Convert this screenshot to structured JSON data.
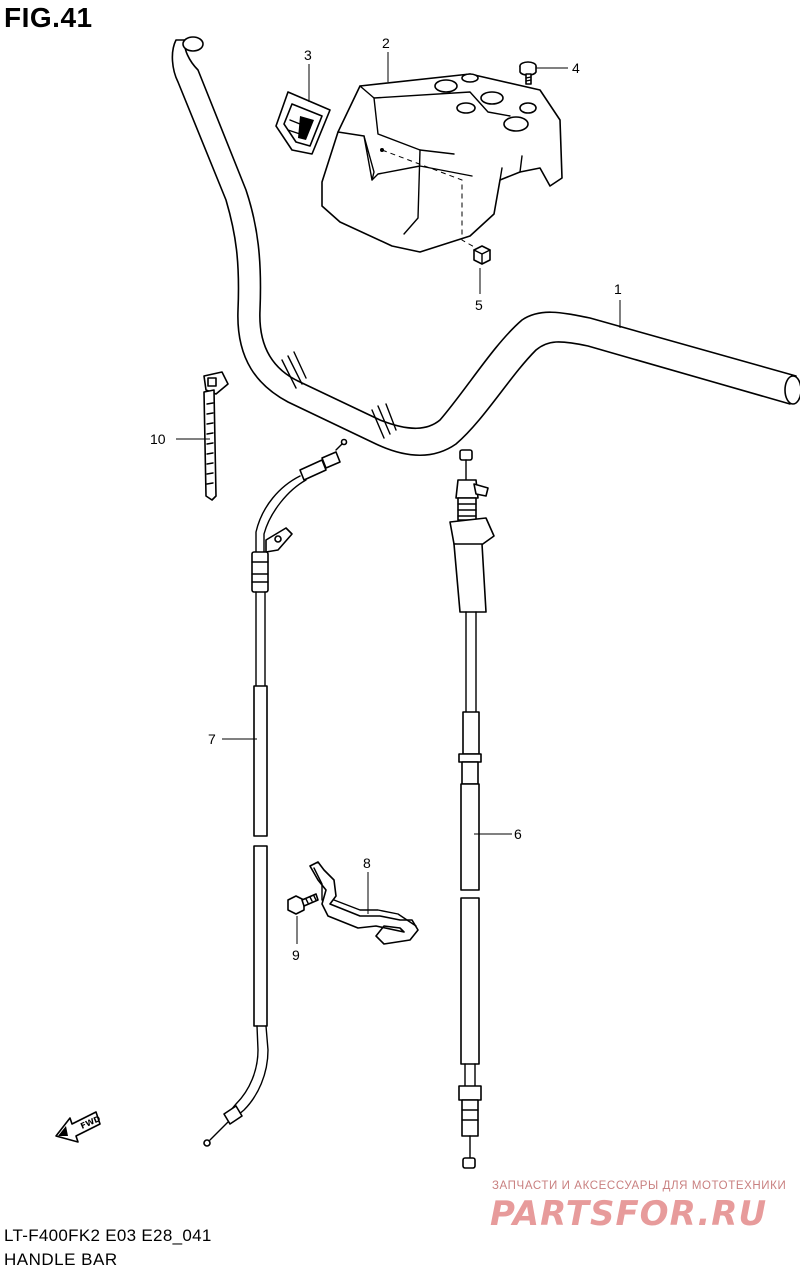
{
  "figure": {
    "number": "FIG.41"
  },
  "footer": {
    "model_code": "LT-F400FK2 E03 E28_041",
    "section_title": "HANDLE BAR"
  },
  "watermark": {
    "tagline": "ЗАПЧАСТИ И АКСЕССУАРЫ ДЛЯ МОТОТЕХНИКИ",
    "logo_text": "PARTSFOR.RU"
  },
  "direction_arrow": {
    "label": "FWD",
    "icon": "fwd-arrow-icon"
  },
  "callouts": [
    {
      "number": "1"
    },
    {
      "number": "2"
    },
    {
      "number": "3"
    },
    {
      "number": "4"
    },
    {
      "number": "5"
    },
    {
      "number": "6"
    },
    {
      "number": "7"
    },
    {
      "number": "8"
    },
    {
      "number": "9"
    },
    {
      "number": "10"
    }
  ],
  "colors": {
    "line": "#000000",
    "background": "#ffffff",
    "watermark": "#e07a7a"
  }
}
